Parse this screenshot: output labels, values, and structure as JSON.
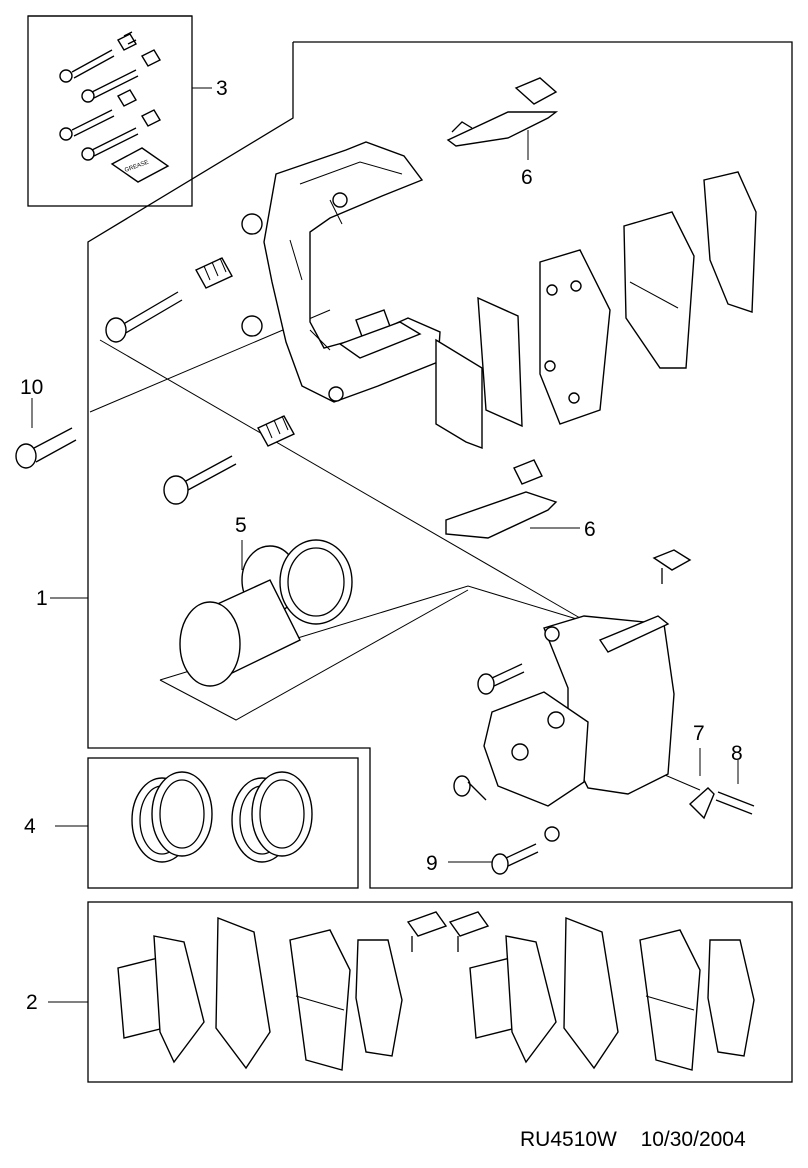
{
  "callouts": {
    "c1": "1",
    "c2": "2",
    "c3": "3",
    "c4": "4",
    "c5": "5",
    "c6a": "6",
    "c6b": "6",
    "c7": "7",
    "c8": "8",
    "c9": "9",
    "c10": "10"
  },
  "grease_label": "GREASE",
  "footer": {
    "code": "RU4510W",
    "date": "10/30/2004"
  }
}
